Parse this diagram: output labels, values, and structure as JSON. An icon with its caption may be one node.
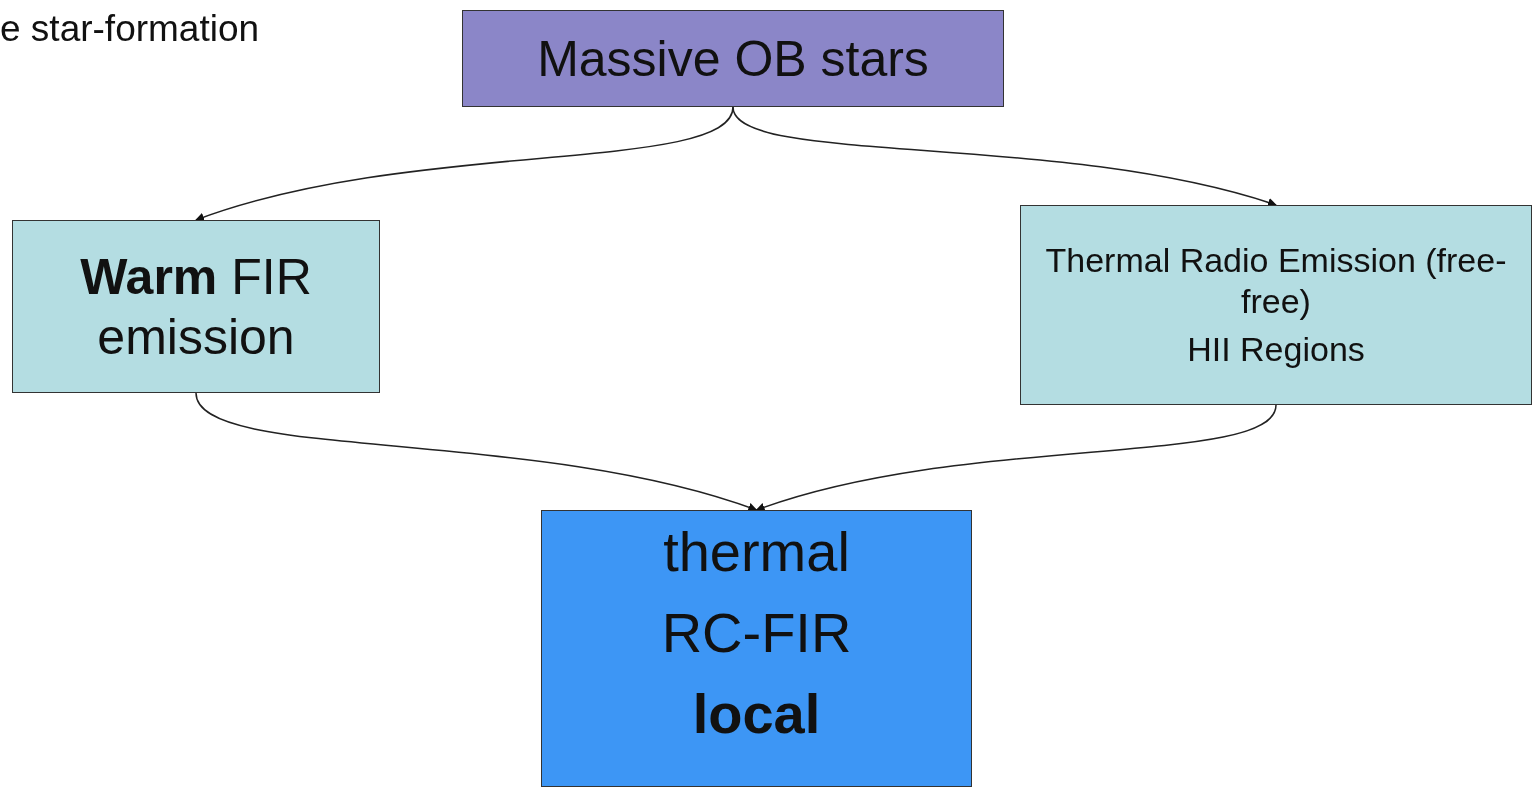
{
  "diagram": {
    "nodes": [
      {
        "text": [
          "Massive OB stars"
        ]
      },
      {
        "text": [
          "**Warm** FIR emission"
        ]
      },
      {
        "text": [
          "Thermal Radio Emission (free-free)",
          "HII Regions"
        ]
      },
      {
        "text": [
          "thermal",
          "RC-FIR",
          "**local**"
        ]
      }
    ],
    "edges": [
      {
        "from": 0,
        "to": 1,
        "arrow": "to"
      },
      {
        "from": 0,
        "to": 2,
        "arrow": "to"
      },
      {
        "from": 1,
        "to": 3,
        "arrow": "to"
      },
      {
        "from": 2,
        "to": 3,
        "arrow": "to"
      }
    ],
    "labels": [
      "e star-formation"
    ]
  }
}
